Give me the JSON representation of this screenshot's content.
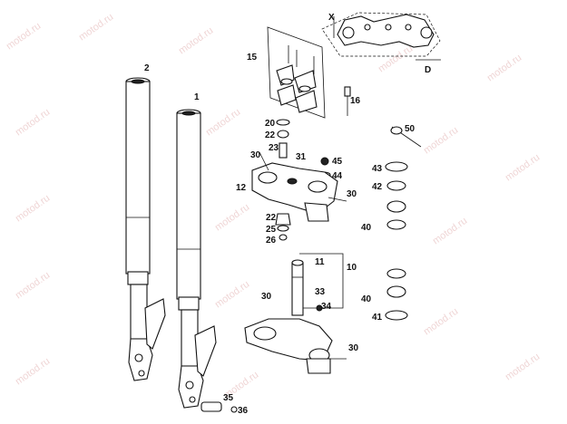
{
  "watermark": "motod.ru",
  "callouts": {
    "c1": "1",
    "c2": "2",
    "c10": "10",
    "c11": "11",
    "c12": "12",
    "c15": "15",
    "c16": "16",
    "c20": "20",
    "c22a": "22",
    "c22b": "22",
    "c23": "23",
    "c25": "25",
    "c26": "26",
    "c30a": "30",
    "c30b": "30",
    "c30c": "30",
    "c30d": "30",
    "c31": "31",
    "c33": "33",
    "c34": "34",
    "c35": "35",
    "c36": "36",
    "c40a": "40",
    "c40b": "40",
    "c41": "41",
    "c42": "42",
    "c43": "43",
    "c44": "44",
    "c45": "45",
    "c50": "50",
    "dim_x": "X",
    "dim_d": "D"
  }
}
